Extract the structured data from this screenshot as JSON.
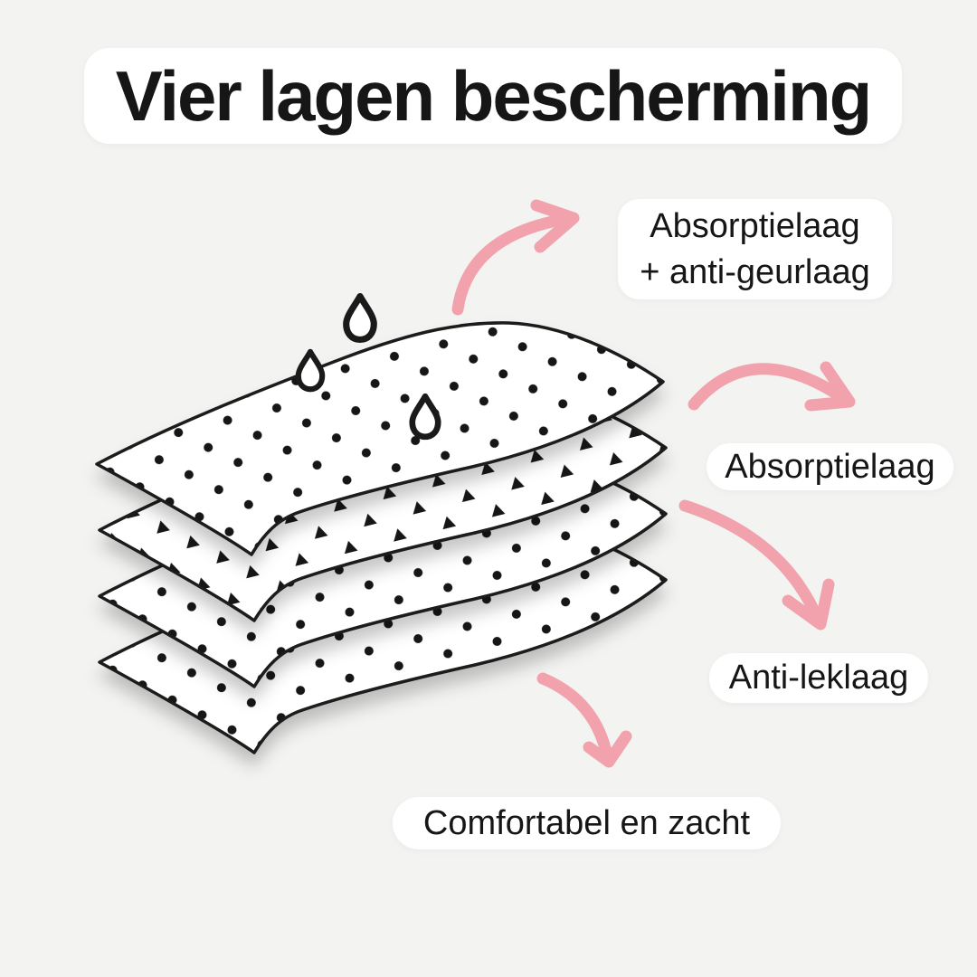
{
  "title": "Vier lagen bescherming",
  "labels": {
    "absorption_odor": {
      "line1": "Absorptielaag",
      "line2": "+ anti-geurlaag"
    },
    "absorption": {
      "text": "Absorptielaag"
    },
    "leakproof": {
      "text": "Anti-leklaag"
    },
    "comfort": {
      "text": "Comfortabel en zacht"
    }
  },
  "diagram": {
    "layer_count": 4,
    "layers": [
      {
        "name": "top-sheet",
        "pattern": "dots",
        "callout": "Absorptielaag + anti-geurlaag"
      },
      {
        "name": "second-sheet",
        "pattern": "triangles",
        "callout": "Absorptielaag"
      },
      {
        "name": "third-sheet",
        "pattern": "dots",
        "callout": "Anti-leklaag"
      },
      {
        "name": "bottom-sheet",
        "pattern": "dots",
        "callout": "Comfortabel en zacht"
      }
    ],
    "droplet_count": 3,
    "icons": [
      "droplet-icon",
      "curved-arrow-icon"
    ]
  },
  "colors": {
    "background": "#f3f3f1",
    "card": "#ffffff",
    "text": "#161616",
    "ink": "#1a1a1a",
    "arrow": "#f2a2ac"
  }
}
